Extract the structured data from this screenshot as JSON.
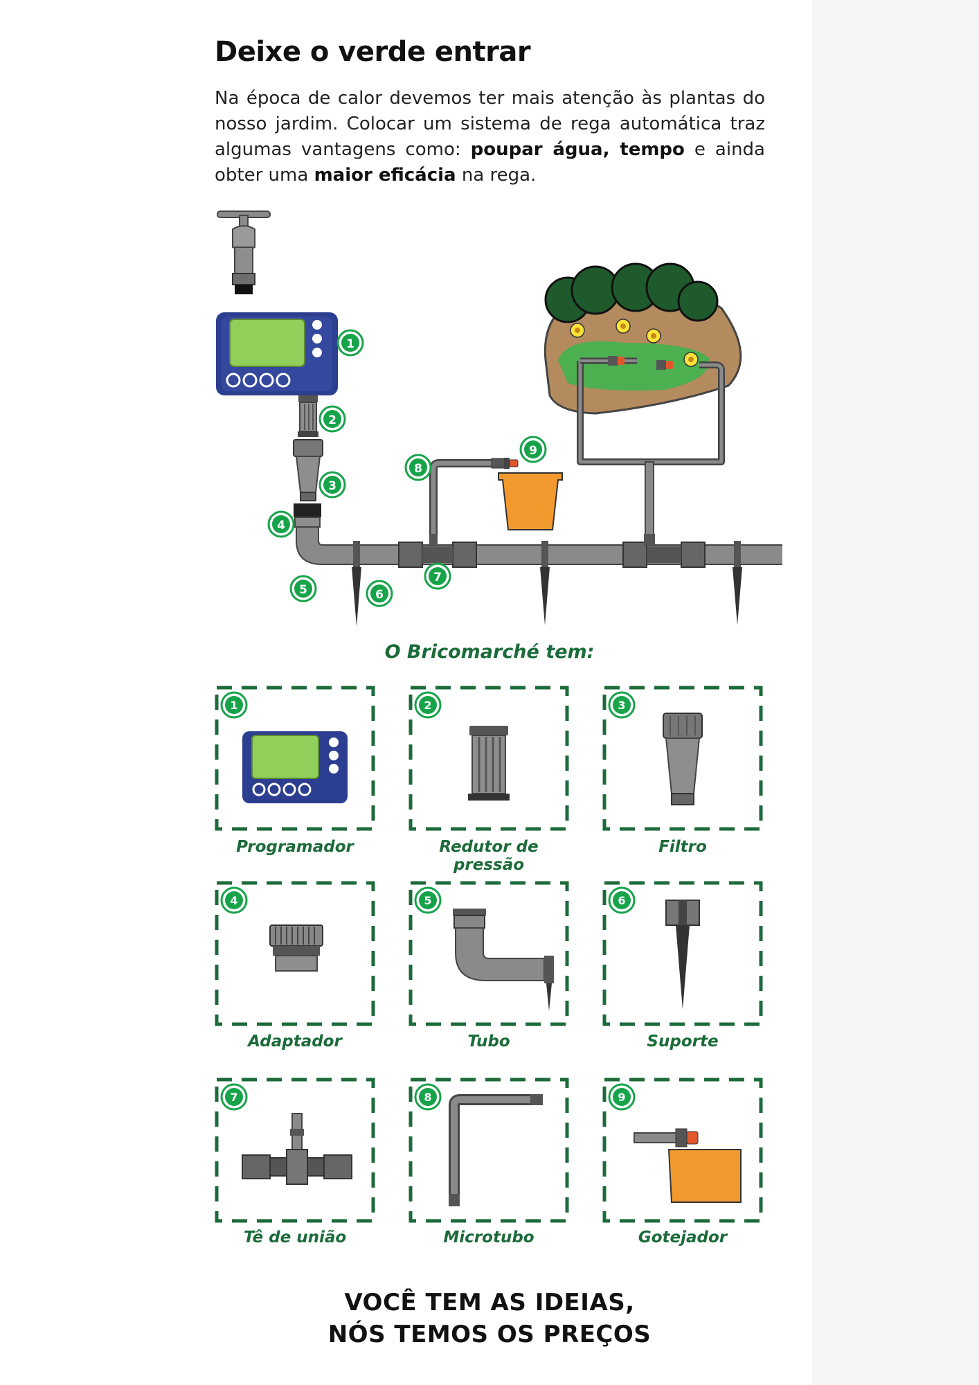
{
  "header": {
    "title": "Deixe o verde entrar"
  },
  "intro": {
    "part1": "Na época de calor devemos ter mais atenção às plantas do nosso jardim. Colocar um sistema de rega automática traz algumas vantagens como: ",
    "bold1": "poupar água, tempo",
    "part2": " e ainda obter uma ",
    "bold2": "maior eficácia",
    "part3": " na rega."
  },
  "diagram": {
    "markers": [
      "1",
      "2",
      "3",
      "4",
      "5",
      "6",
      "7",
      "8",
      "9"
    ]
  },
  "products": {
    "heading": "O Bricomarché tem:",
    "items": [
      {
        "number": "1",
        "label": "Programador",
        "icon": "programmer-icon"
      },
      {
        "number": "2",
        "label": "Redutor de pressão",
        "icon": "pressure-reducer-icon"
      },
      {
        "number": "3",
        "label": "Filtro",
        "icon": "filter-icon"
      },
      {
        "number": "4",
        "label": "Adaptador",
        "icon": "adapter-icon"
      },
      {
        "number": "5",
        "label": "Tubo",
        "icon": "tube-icon"
      },
      {
        "number": "6",
        "label": "Suporte",
        "icon": "stake-icon"
      },
      {
        "number": "7",
        "label": "Tê de união",
        "icon": "tee-connector-icon"
      },
      {
        "number": "8",
        "label": "Microtubo",
        "icon": "microtube-icon"
      },
      {
        "number": "9",
        "label": "Gotejador",
        "icon": "dripper-icon"
      }
    ]
  },
  "footer": {
    "line1": "VOCÊ TEM AS IDEIAS,",
    "line2": "NÓS TEMOS OS PREÇOS"
  },
  "colors": {
    "accent_green": "#1c6b3a",
    "badge_green": "#16a34a",
    "pipe_gray": "#7d7d7d",
    "programmer_blue": "#2c3e8f",
    "screen_green": "#8fcf5a",
    "pot_orange": "#f39a2f"
  }
}
